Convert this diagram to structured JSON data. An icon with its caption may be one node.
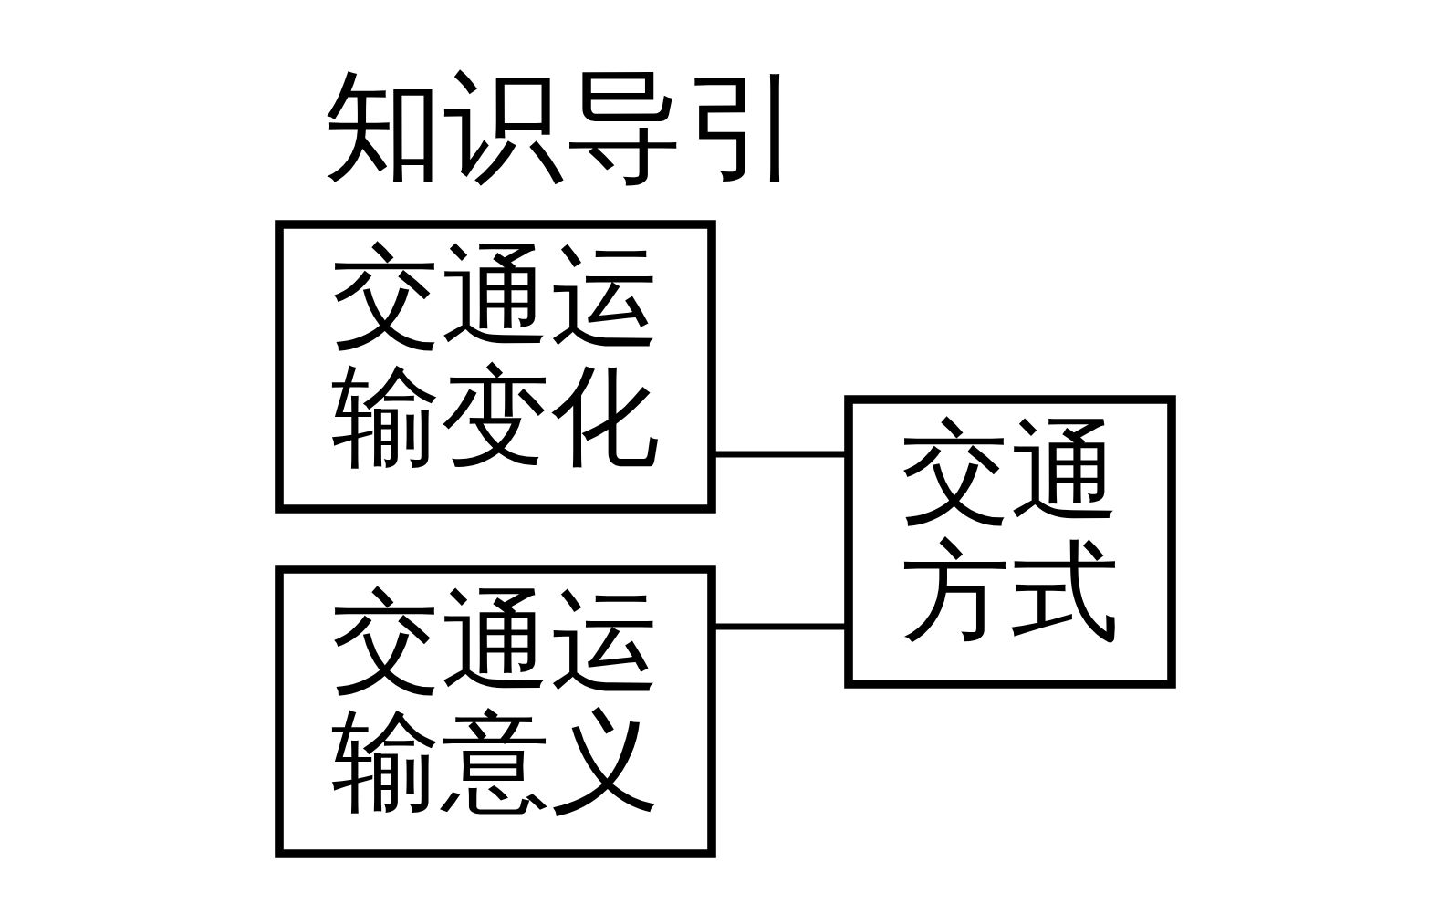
{
  "diagram": {
    "title": "知识导引",
    "nodes": [
      {
        "text": [
          "交通运输变化"
        ]
      },
      {
        "text": [
          "交通运输意义"
        ]
      },
      {
        "text": [
          "交通方式"
        ]
      }
    ],
    "edges": [
      {
        "from": 0,
        "to": 2,
        "arrow": "none"
      },
      {
        "from": 1,
        "to": 2,
        "arrow": "none"
      }
    ]
  }
}
